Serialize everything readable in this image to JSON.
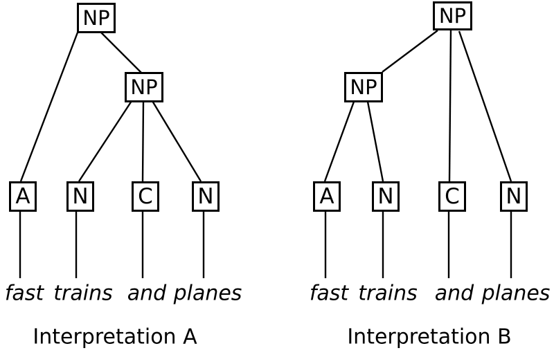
{
  "colors": {
    "background": "#ffffff",
    "line": "#000000",
    "text": "#000000"
  },
  "trees": [
    {
      "caption": "Interpretation A",
      "root_label": "NP",
      "inner_label": "NP",
      "leaf_labels": [
        "A",
        "N",
        "C",
        "N"
      ],
      "words": [
        "fast",
        "trains",
        "and",
        "planes"
      ]
    },
    {
      "caption": "Interpretation B",
      "root_label": "NP",
      "inner_label": "NP",
      "leaf_labels": [
        "A",
        "N",
        "C",
        "N"
      ],
      "words": [
        "fast",
        "trains",
        "and",
        "planes"
      ]
    }
  ]
}
